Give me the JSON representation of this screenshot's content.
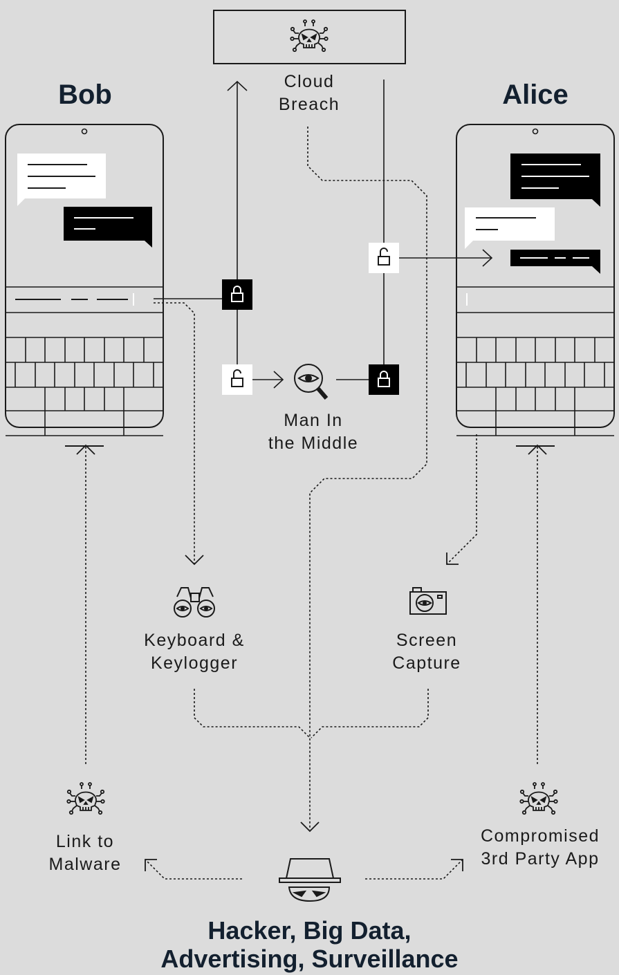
{
  "people": {
    "bob": "Bob",
    "alice": "Alice"
  },
  "labels": {
    "cloud_breach": [
      "Cloud",
      "Breach"
    ],
    "mitm": [
      "Man In",
      "the Middle"
    ],
    "keyboard": [
      "Keyboard &",
      "Keylogger"
    ],
    "screen": [
      "Screen",
      "Capture"
    ],
    "malware": [
      "Link to",
      "Malware"
    ],
    "third_party": [
      "Compromised",
      "3rd Party App"
    ]
  },
  "title": [
    "Hacker, Big Data,",
    "Advertising, Surveillance"
  ],
  "icons": [
    "skull-icon",
    "lock-closed-icon",
    "lock-open-icon",
    "magnifier-eye-icon",
    "binoculars-icon",
    "camera-icon",
    "hacker-icon"
  ],
  "colors": {
    "background": "#dcdcdc",
    "ink": "#1a1a1a",
    "title": "#13202f"
  }
}
